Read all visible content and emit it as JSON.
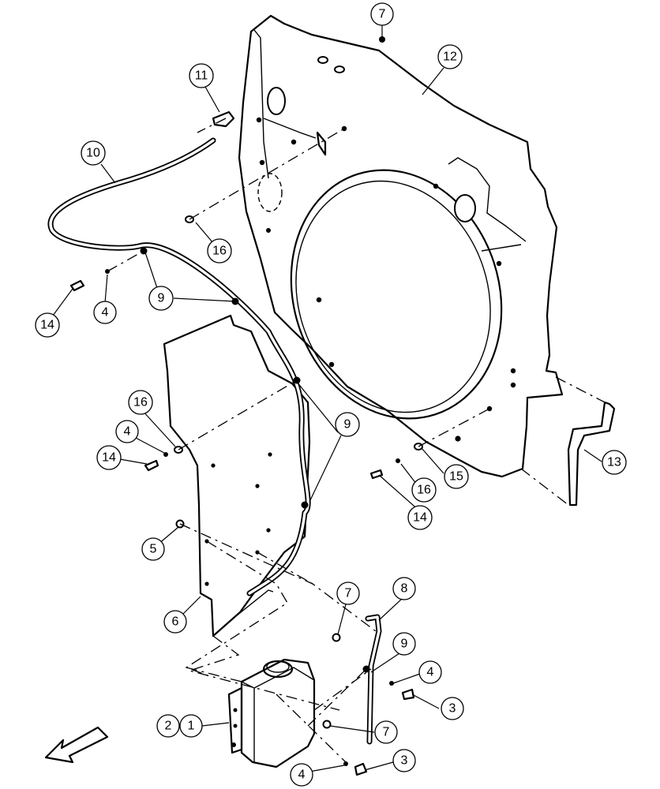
{
  "callouts": [
    {
      "id": "c-7-top",
      "text": "7"
    },
    {
      "id": "c-12",
      "text": "12"
    },
    {
      "id": "c-11",
      "text": "11"
    },
    {
      "id": "c-10",
      "text": "10"
    },
    {
      "id": "c-16-a",
      "text": "16"
    },
    {
      "id": "c-9-a",
      "text": "9"
    },
    {
      "id": "c-9-b",
      "text": "9"
    },
    {
      "id": "c-14-a",
      "text": "14"
    },
    {
      "id": "c-4-a",
      "text": "4"
    },
    {
      "id": "c-16-b",
      "text": "16"
    },
    {
      "id": "c-4-b",
      "text": "4"
    },
    {
      "id": "c-14-b",
      "text": "14"
    },
    {
      "id": "c-9-c",
      "text": "9"
    },
    {
      "id": "c-13",
      "text": "13"
    },
    {
      "id": "c-15",
      "text": "15"
    },
    {
      "id": "c-16-c",
      "text": "16"
    },
    {
      "id": "c-14-c",
      "text": "14"
    },
    {
      "id": "c-5",
      "text": "5"
    },
    {
      "id": "c-6",
      "text": "6"
    },
    {
      "id": "c-7-mid",
      "text": "7"
    },
    {
      "id": "c-8",
      "text": "8"
    },
    {
      "id": "c-9-d",
      "text": "9"
    },
    {
      "id": "c-4-c",
      "text": "4"
    },
    {
      "id": "c-3-a",
      "text": "3"
    },
    {
      "id": "c-2",
      "text": "2"
    },
    {
      "id": "c-1",
      "text": "1"
    },
    {
      "id": "c-7-low",
      "text": "7"
    },
    {
      "id": "c-4-d",
      "text": "4"
    },
    {
      "id": "c-3-b",
      "text": "3"
    }
  ]
}
